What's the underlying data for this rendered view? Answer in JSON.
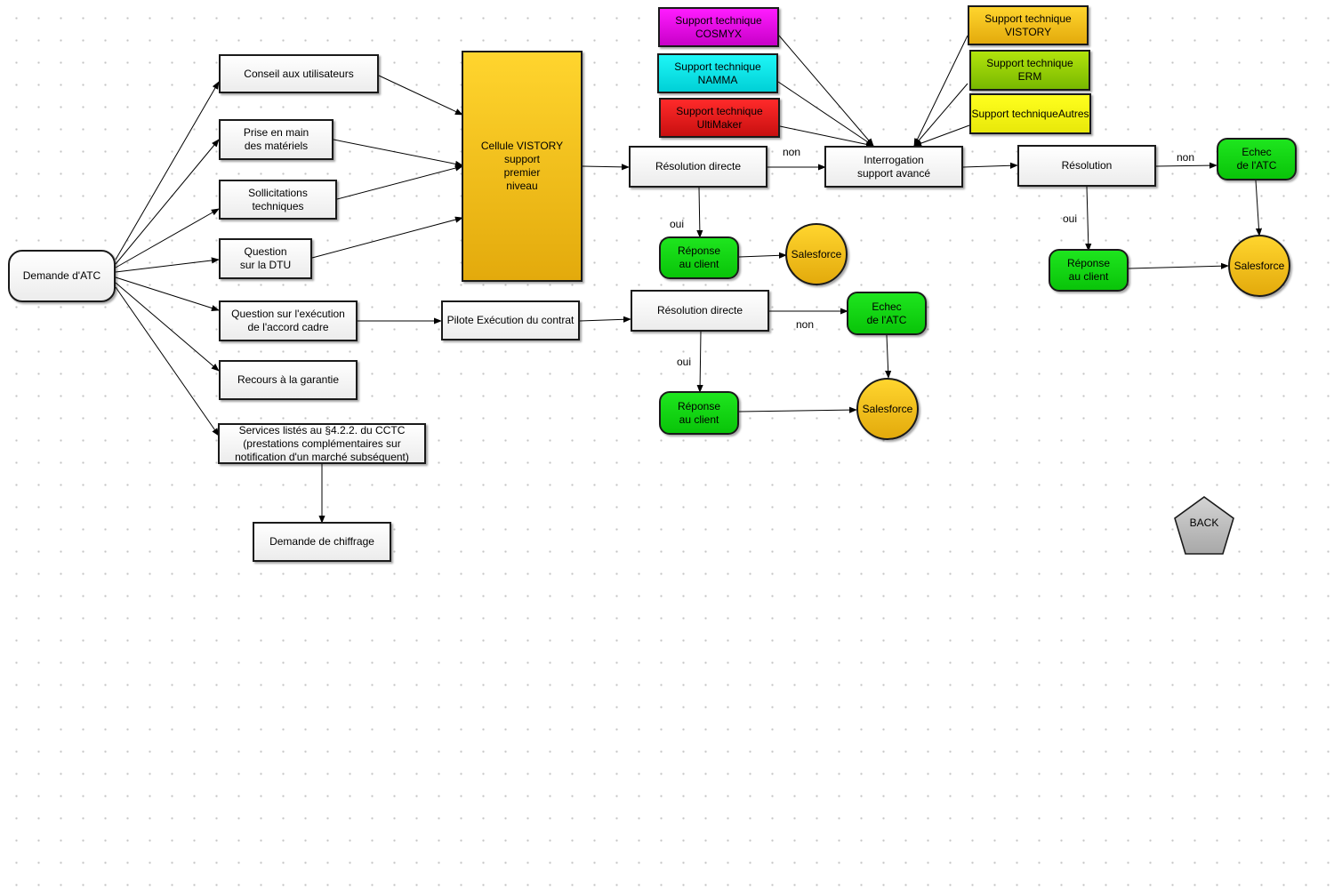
{
  "nodes": {
    "demande_atc": "Demande d'ATC",
    "conseil": "Conseil aux utilisateurs",
    "prise_en_main": "Prise en main\ndes matériels",
    "sollicitations": "Sollicitations\ntechniques",
    "question_dtu": "Question\nsur la DTU",
    "question_execution": "Question sur l'exécution\nde l'accord cadre",
    "recours": "Recours à la garantie",
    "services": "Services listés au §4.2.2. du CCTC\n(prestations complémentaires sur\nnotification d'un marché subséquent)",
    "demande_chiffrage": "Demande de chiffrage",
    "cellule": "Cellule VISTORY\nsupport\npremier\nniveau",
    "pilote": "Pilote Exécution du contrat",
    "resolution_directe_1": "Résolution directe",
    "resolution_directe_2": "Résolution directe",
    "reponse_1": "Réponse\nau client",
    "reponse_2": "Réponse\nau client",
    "reponse_3": "Réponse\nau client",
    "salesforce_1": "Salesforce",
    "salesforce_2": "Salesforce",
    "salesforce_3": "Salesforce",
    "echec_1": "Echec\nde l'ATC",
    "echec_2": "Echec\nde l'ATC",
    "support_cosmyx": "Support technique\nCOSMYX",
    "support_namma": "Support technique\nNAMMA",
    "support_ultimaker": "Support technique\nUltiMaker",
    "support_vistory": "Support technique\nVISTORY",
    "support_erm": "Support technique\nERM",
    "support_autres": "Support techniqueAutres",
    "interrogation": "Interrogation\nsupport avancé",
    "resolution": "Résolution",
    "back": "BACK"
  },
  "edge_labels": {
    "non_1": "non",
    "non_2": "non",
    "non_3": "non",
    "oui_1": "oui",
    "oui_2": "oui",
    "oui_3": "oui"
  },
  "colors": {
    "yellow": "#f2c012",
    "green": "#12d612",
    "magenta": "#f000f0",
    "cyan": "#00e6e6",
    "red": "#e81818",
    "lime": "#96cf00",
    "bright_yellow": "#f6f610",
    "grey": "#b8b8b8"
  }
}
